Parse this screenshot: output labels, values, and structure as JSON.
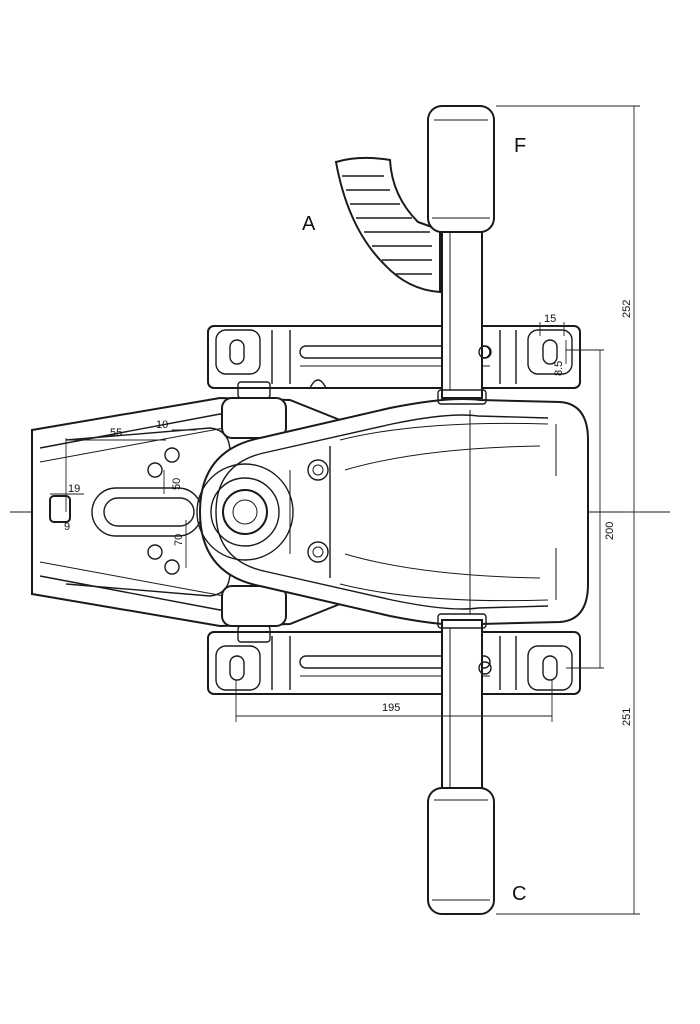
{
  "labels": {
    "a": "A",
    "f": "F",
    "c": "C"
  },
  "dimensions": {
    "d252": "252",
    "d251": "251",
    "d200": "200",
    "d195": "195",
    "d55": "55",
    "d10": "10",
    "d15": "15",
    "d8_5": "8.5",
    "d19": "19",
    "d9": "9",
    "d50": "50",
    "d70": "70"
  }
}
